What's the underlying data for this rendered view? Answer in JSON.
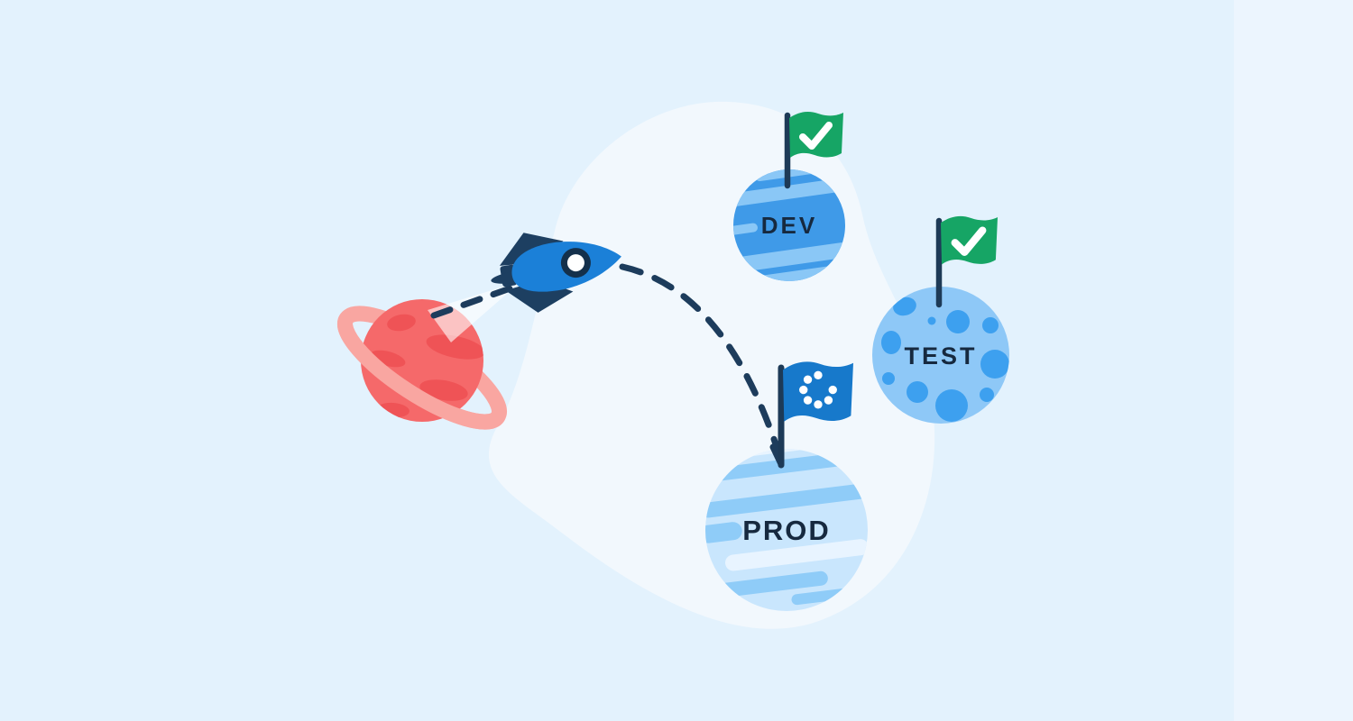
{
  "scene": {
    "title": "Deployment pipeline illustration: rocket travelling from origin planet across DEV, TEST and PROD environment planets",
    "colors": {
      "background": "#e3f2fd",
      "background_strip": "#ecf5fe",
      "blob": "#f2f8fd",
      "label_text": "#16293f",
      "pole_navy": "#1d3a57",
      "trajectory_navy": "#1d3c5c",
      "flag_success_green": "#16a565",
      "flag_deploy_blue": "#1779cb",
      "flag_glyph_white": "#ffffff"
    },
    "origin_planet": {
      "name": "origin-planet",
      "color": "#f5696a",
      "spot_color": "#ef5356",
      "ring_color": "#f9a6a1"
    },
    "rocket": {
      "name": "rocket",
      "body_color": "#1b80d8",
      "fin_color": "#1d3f61",
      "window_ring_color": "#14304b",
      "window_center_color": "#ffffff",
      "trail_color": "rgba(255,255,255,0.6)"
    },
    "trajectory": {
      "style": "dashed",
      "color": "#1d3c5c"
    },
    "environments": [
      {
        "label": "DEV",
        "flag_icon": "checkmark-flag-icon",
        "flag_color": "#16a565",
        "planet_color": "#3f9ae8",
        "stripe_color": "#8ac7f6",
        "label_color": "#16293f"
      },
      {
        "label": "TEST",
        "flag_icon": "checkmark-flag-icon",
        "flag_color": "#16a565",
        "planet_color": "#8ec8f7",
        "crater_color": "#3da0ef",
        "label_color": "#16293f"
      },
      {
        "label": "PROD",
        "flag_icon": "spinner-flag-icon",
        "flag_color": "#1779cb",
        "planet_color": "#c9e6fd",
        "stripe_color": "#8fccf8",
        "stripe_light_color": "#e8f4ff",
        "label_color": "#16293f"
      }
    ]
  }
}
